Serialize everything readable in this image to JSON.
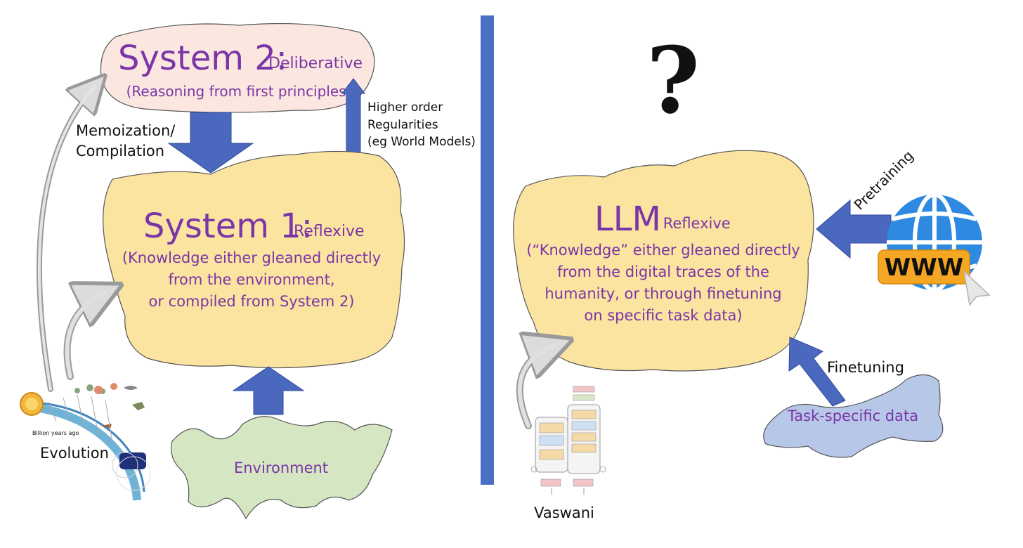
{
  "colors": {
    "text_purple": "#7a35a8",
    "arrow_blue": "#4a68bd",
    "divider_blue": "#4a6fc4",
    "blob_yellow": "#fbe3a0",
    "blob_pink": "#fbe7df",
    "blob_green": "#d5e6c2",
    "blob_lightblue": "#b7c7e8"
  },
  "left": {
    "system2": {
      "title": "System 2:",
      "qualifier": "Deliberative",
      "description": "(Reasoning from first principles)"
    },
    "memoization_label": [
      "Memoization/",
      "Compilation"
    ],
    "higher_order_label": [
      "Higher order",
      "Regularities",
      "(eg World Models)"
    ],
    "system1": {
      "title": "System 1:",
      "qualifier": "Reflexive",
      "lines": [
        "(Knowledge either gleaned directly",
        "from the environment,",
        "or compiled from System 2)"
      ]
    },
    "environment_label": "Environment",
    "evolution_label": "Evolution",
    "evolution_timeline_caption": "Billion years ago"
  },
  "right": {
    "question_mark": "?",
    "llm": {
      "title": "LLM",
      "qualifier": ": Reflexive",
      "lines": [
        "(“Knowledge” either gleaned directly",
        "from the digital traces of the",
        "humanity, or through finetuning",
        "on specific task data)"
      ]
    },
    "pretraining_label": "Pretraining",
    "www_label": "WWW",
    "finetuning_label": "Finetuning",
    "task_data_label": "Task-specific data",
    "vaswani_label": "Vaswani"
  },
  "icons": [
    "globe-icon",
    "cursor-icon",
    "evolution-timeline-image",
    "transformer-diagram-image",
    "question-mark-icon"
  ]
}
